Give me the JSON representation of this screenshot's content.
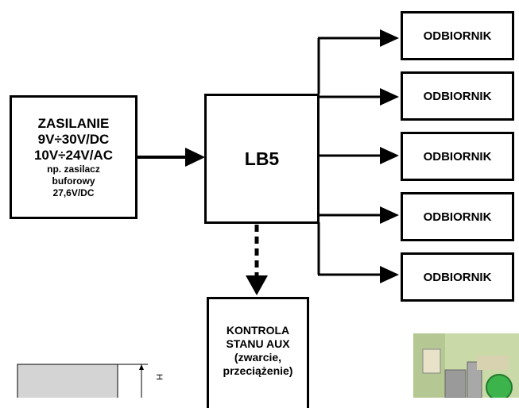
{
  "source": {
    "line1": "ZASILANIE",
    "line2": "9V÷30V/DC",
    "line3": "10V÷24V/AC",
    "line4": "np. zasilacz",
    "line5": "buforowy",
    "line6": "27,6V/DC"
  },
  "center": {
    "label": "LB5"
  },
  "outputs": [
    "ODBIORNIK",
    "ODBIORNIK",
    "ODBIORNIK",
    "ODBIORNIK",
    "ODBIORNIK"
  ],
  "monitor": {
    "line1": "KONTROLA",
    "line2": "STANU AUX",
    "line3": "(zwarcie,",
    "line4": "przeciążenie)"
  },
  "dim_label": "H",
  "colors": {
    "line": "#000000",
    "background": "#ffffff",
    "panel": "#d4d4d4",
    "pcb": "#c9d9a8",
    "led": "#3cb44b"
  }
}
